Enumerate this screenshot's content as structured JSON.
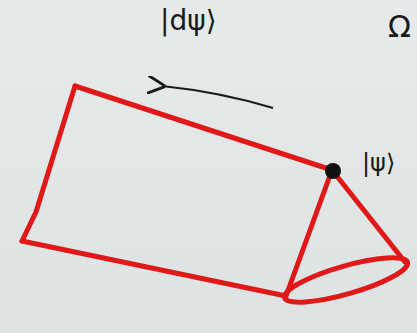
{
  "diagram": {
    "labels": [
      "|dψ⟩",
      "|ψ⟩",
      "Ω"
    ]
  }
}
